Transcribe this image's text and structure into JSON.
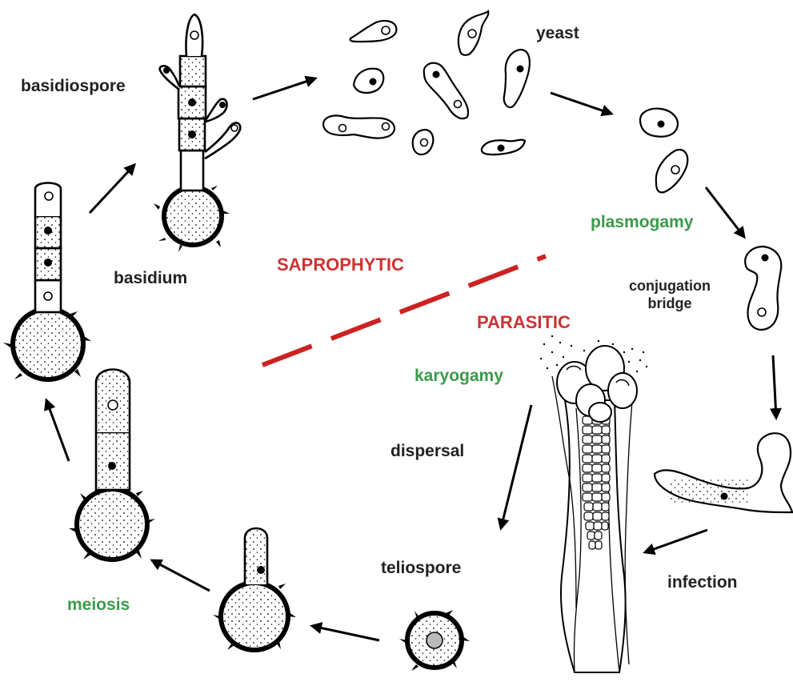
{
  "labels": {
    "basidiospore": "basidiospore",
    "basidium": "basidium",
    "yeast": "yeast",
    "plasmogamy": "plasmogamy",
    "conjugation_bridge_line1": "conjugation",
    "conjugation_bridge_line2": "bridge",
    "saprophytic": "SAPROPHYTIC",
    "parasitic": "PARASITIC",
    "karyogamy": "karyogamy",
    "dispersal": "dispersal",
    "teliospore": "teliospore",
    "infection": "infection",
    "meiosis": "meiosis"
  },
  "colors": {
    "text": "#222222",
    "process_green": "#3a9a4a",
    "mode_red": "#cc3333",
    "divider_red": "#cc2222"
  }
}
